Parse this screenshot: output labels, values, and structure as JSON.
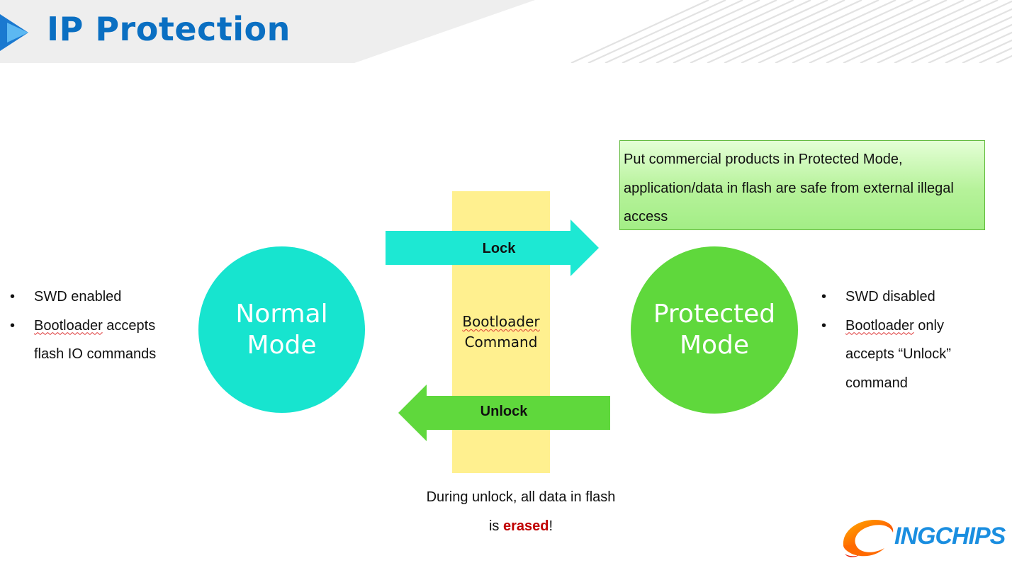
{
  "title": "IP Protection",
  "colors": {
    "title_blue": "#0a6fc2",
    "normal_cyan": "#17e4cf",
    "protected_green": "#5fd83c",
    "bootloader_yellow": "#fff08f",
    "erased_red": "#c00000"
  },
  "left_bullets": [
    {
      "emph": "",
      "text": "SWD enabled"
    },
    {
      "emph": "Bootloader",
      "text": " accepts"
    },
    {
      "emph": "",
      "text": "flash IO commands"
    }
  ],
  "normal_mode": {
    "line1": "Normal",
    "line2": "Mode"
  },
  "lock": {
    "label": "Lock"
  },
  "unlock": {
    "label": "Unlock"
  },
  "bootloader_command": {
    "line1": "Bootloader",
    "line2": "Command"
  },
  "protected_mode": {
    "line1": "Protected",
    "line2": "Mode"
  },
  "note": {
    "line1": "Put commercial products in Protected Mode,",
    "line2": "application/data in flash are safe from external illegal",
    "line3": "access"
  },
  "right_bullets": [
    {
      "emph": "",
      "text": "SWD disabled"
    },
    {
      "emph": "Bootloader",
      "text": " only"
    },
    {
      "emph": "",
      "text": "accepts “Unlock”"
    },
    {
      "emph": "",
      "text": "command"
    }
  ],
  "footnote": {
    "line1": "During unlock, all data in flash",
    "prefix": "is ",
    "emph": "erased",
    "suffix": "!"
  },
  "logo": {
    "text": "INGCHIPS"
  }
}
